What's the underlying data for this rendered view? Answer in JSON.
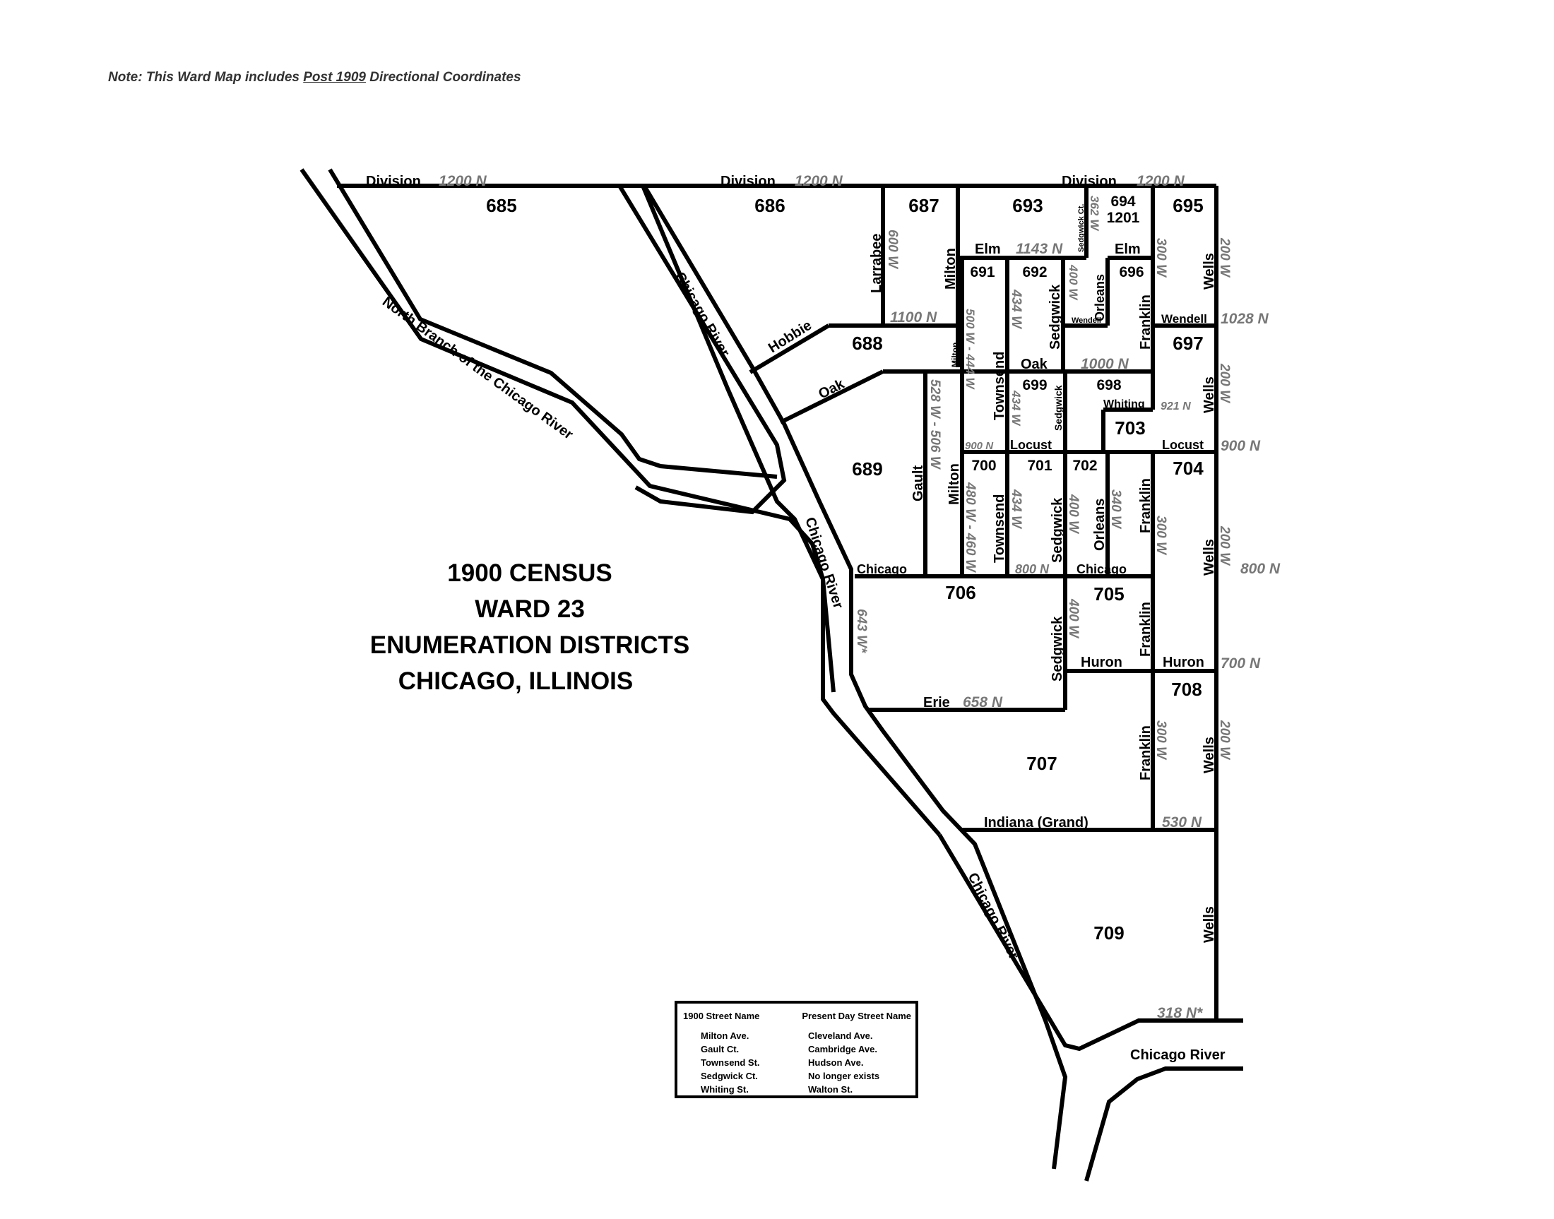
{
  "note": {
    "prefix": "Note:  This Ward Map includes ",
    "underlined": "Post 1909",
    "suffix": " Directional Coordinates"
  },
  "title": {
    "line1": "1900 CENSUS",
    "line2": "WARD 23",
    "line3": "ENUMERATION DISTRICTS",
    "line4": "CHICAGO, ILLINOIS"
  },
  "legend": {
    "header_old": "1900 Street Name",
    "header_new": "Present Day Street Name",
    "rows": [
      {
        "old": "Milton Ave.",
        "new": "Cleveland Ave."
      },
      {
        "old": "Gault Ct.",
        "new": "Cambridge Ave."
      },
      {
        "old": "Townsend St.",
        "new": "Hudson Ave."
      },
      {
        "old": "Sedgwick Ct.",
        "new": "No longer exists"
      },
      {
        "old": "Whiting St.",
        "new": "Walton St."
      }
    ]
  },
  "map": {
    "line_color": "#000000",
    "coordinate_color": "#777777",
    "districts": [
      "685",
      "686",
      "687",
      "688",
      "689",
      "691",
      "692",
      "693",
      "694",
      "1201",
      "695",
      "696",
      "697",
      "698",
      "699",
      "700",
      "701",
      "702",
      "703",
      "704",
      "705",
      "706",
      "707",
      "708",
      "709"
    ],
    "streets": {
      "division": "Division",
      "elm": "Elm",
      "hobbie": "Hobbie",
      "oak": "Oak",
      "chicago": "Chicago",
      "erie": "Erie",
      "huron": "Huron",
      "indiana": "Indiana (Grand)",
      "larrabee": "Larrabee",
      "milton": "Milton",
      "gault": "Gault",
      "townsend": "Townsend",
      "sedgwick": "Sedgwick",
      "sedgwick_ct": "Sedgwick Ct.",
      "orleans": "Orleans",
      "franklin": "Franklin",
      "wells": "Wells",
      "wendell": "Wendell",
      "whiting": "Whiting",
      "locust": "Locust",
      "chicago_river": "Chicago River",
      "north_branch": "North Branch of the Chicago River"
    },
    "coordinates": {
      "n1200": "1200 N",
      "n1143": "1143 N",
      "n1100": "1100 N",
      "n1028": "1028 N",
      "n1000": "1000 N",
      "n921": "921 N",
      "n900": "900 N",
      "n800": "800 N",
      "n700": "700 N",
      "n658": "658 N",
      "n530": "530 N",
      "n318": "318 N*",
      "w600": "600 W",
      "w500_444": "500 W - 444 W",
      "w528_506": "528 W - 506 W",
      "w480_460": "480 W - 460 W",
      "w434": "434 W",
      "w400": "400 W",
      "w362": "362 W",
      "w340": "340 W",
      "w300": "300 W",
      "w200": "200 W",
      "w643": "643 W*"
    }
  }
}
